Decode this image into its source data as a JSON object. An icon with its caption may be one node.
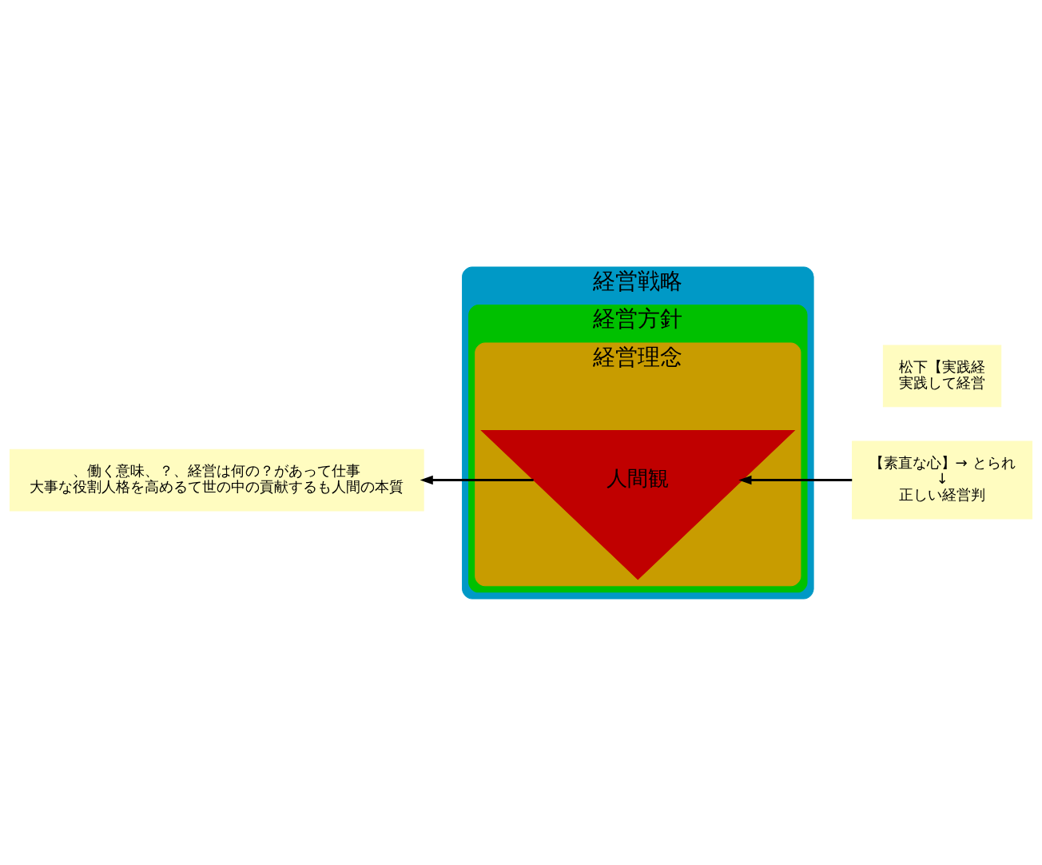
{
  "diagram": {
    "nodes": [
      {
        "text": [
          "経営戦略"
        ]
      },
      {
        "text": [
          "経営方針"
        ],
        "in": 0
      },
      {
        "text": [
          "経営理念"
        ],
        "in": 1
      },
      {
        "text": [
          "人間観"
        ],
        "in": 2
      },
      {
        "text": [
          "、働く意味、？、経営は何の？があって仕事",
          "大事な役割人格を高めるて世の中の貢献するも人間の本質"
        ]
      },
      {
        "text": [
          "松下【実践経",
          "実践して経営"
        ]
      },
      {
        "text": [
          "【素直な心】→ とられ",
          "↓",
          "正しい経営判"
        ]
      }
    ],
    "edges": [
      {
        "from": 3,
        "to": 4,
        "arrow": "to"
      },
      {
        "from": 6,
        "to": 3,
        "arrow": "to"
      }
    ]
  }
}
